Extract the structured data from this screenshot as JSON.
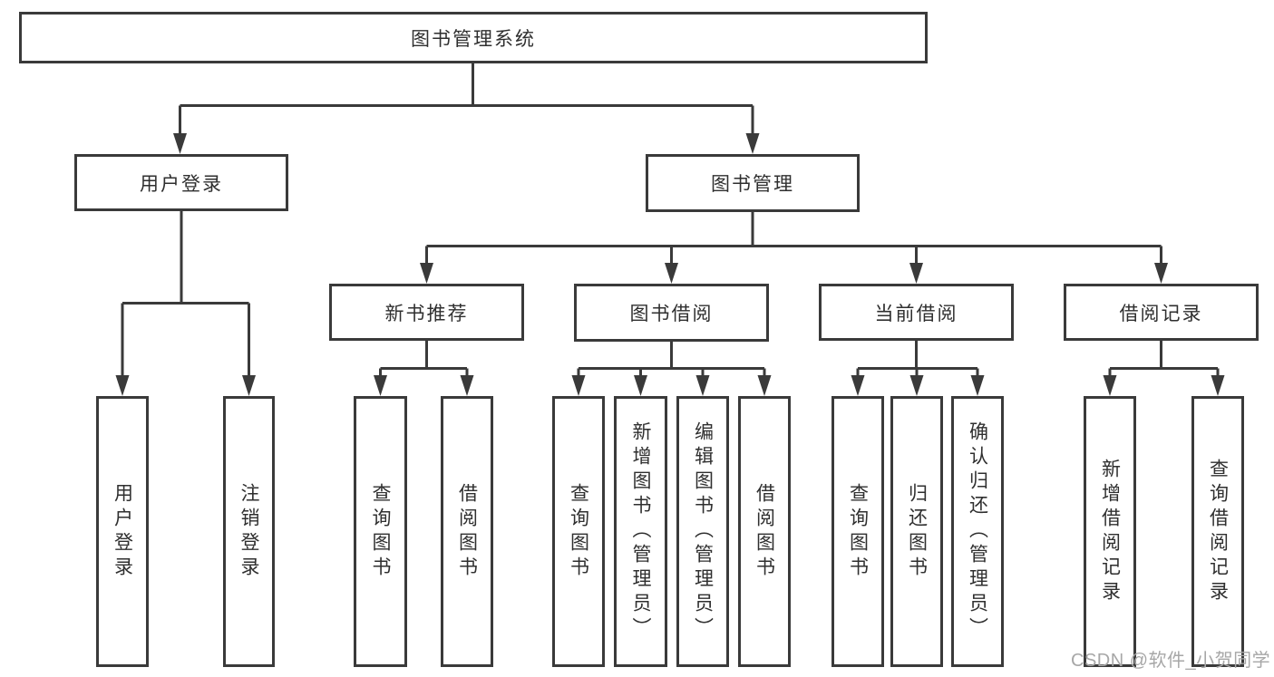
{
  "diagram": {
    "root": {
      "label": "图书管理系统"
    },
    "branches": [
      {
        "label": "用户登录",
        "children": [
          {
            "label": "用户登录"
          },
          {
            "label": "注销登录"
          }
        ]
      },
      {
        "label": "图书管理",
        "children": [
          {
            "label": "新书推荐",
            "children": [
              {
                "label": "查询图书"
              },
              {
                "label": "借阅图书"
              }
            ]
          },
          {
            "label": "图书借阅",
            "children": [
              {
                "label": "查询图书"
              },
              {
                "label": "新增图书（管理员）"
              },
              {
                "label": "编辑图书（管理员）"
              },
              {
                "label": "借阅图书"
              }
            ]
          },
          {
            "label": "当前借阅",
            "children": [
              {
                "label": "查询图书"
              },
              {
                "label": "归还图书"
              },
              {
                "label": "确认归还（管理员）"
              }
            ]
          },
          {
            "label": "借阅记录",
            "children": [
              {
                "label": "新增借阅记录"
              },
              {
                "label": "查询借阅记录"
              }
            ]
          }
        ]
      }
    ],
    "colors": {
      "line": "#3a3a3a",
      "text": "#2f2f2f",
      "watermark": "#a7a7a7",
      "background": "#ffffff"
    }
  },
  "watermark": {
    "text": "CSDN @软件_小贺同学"
  }
}
